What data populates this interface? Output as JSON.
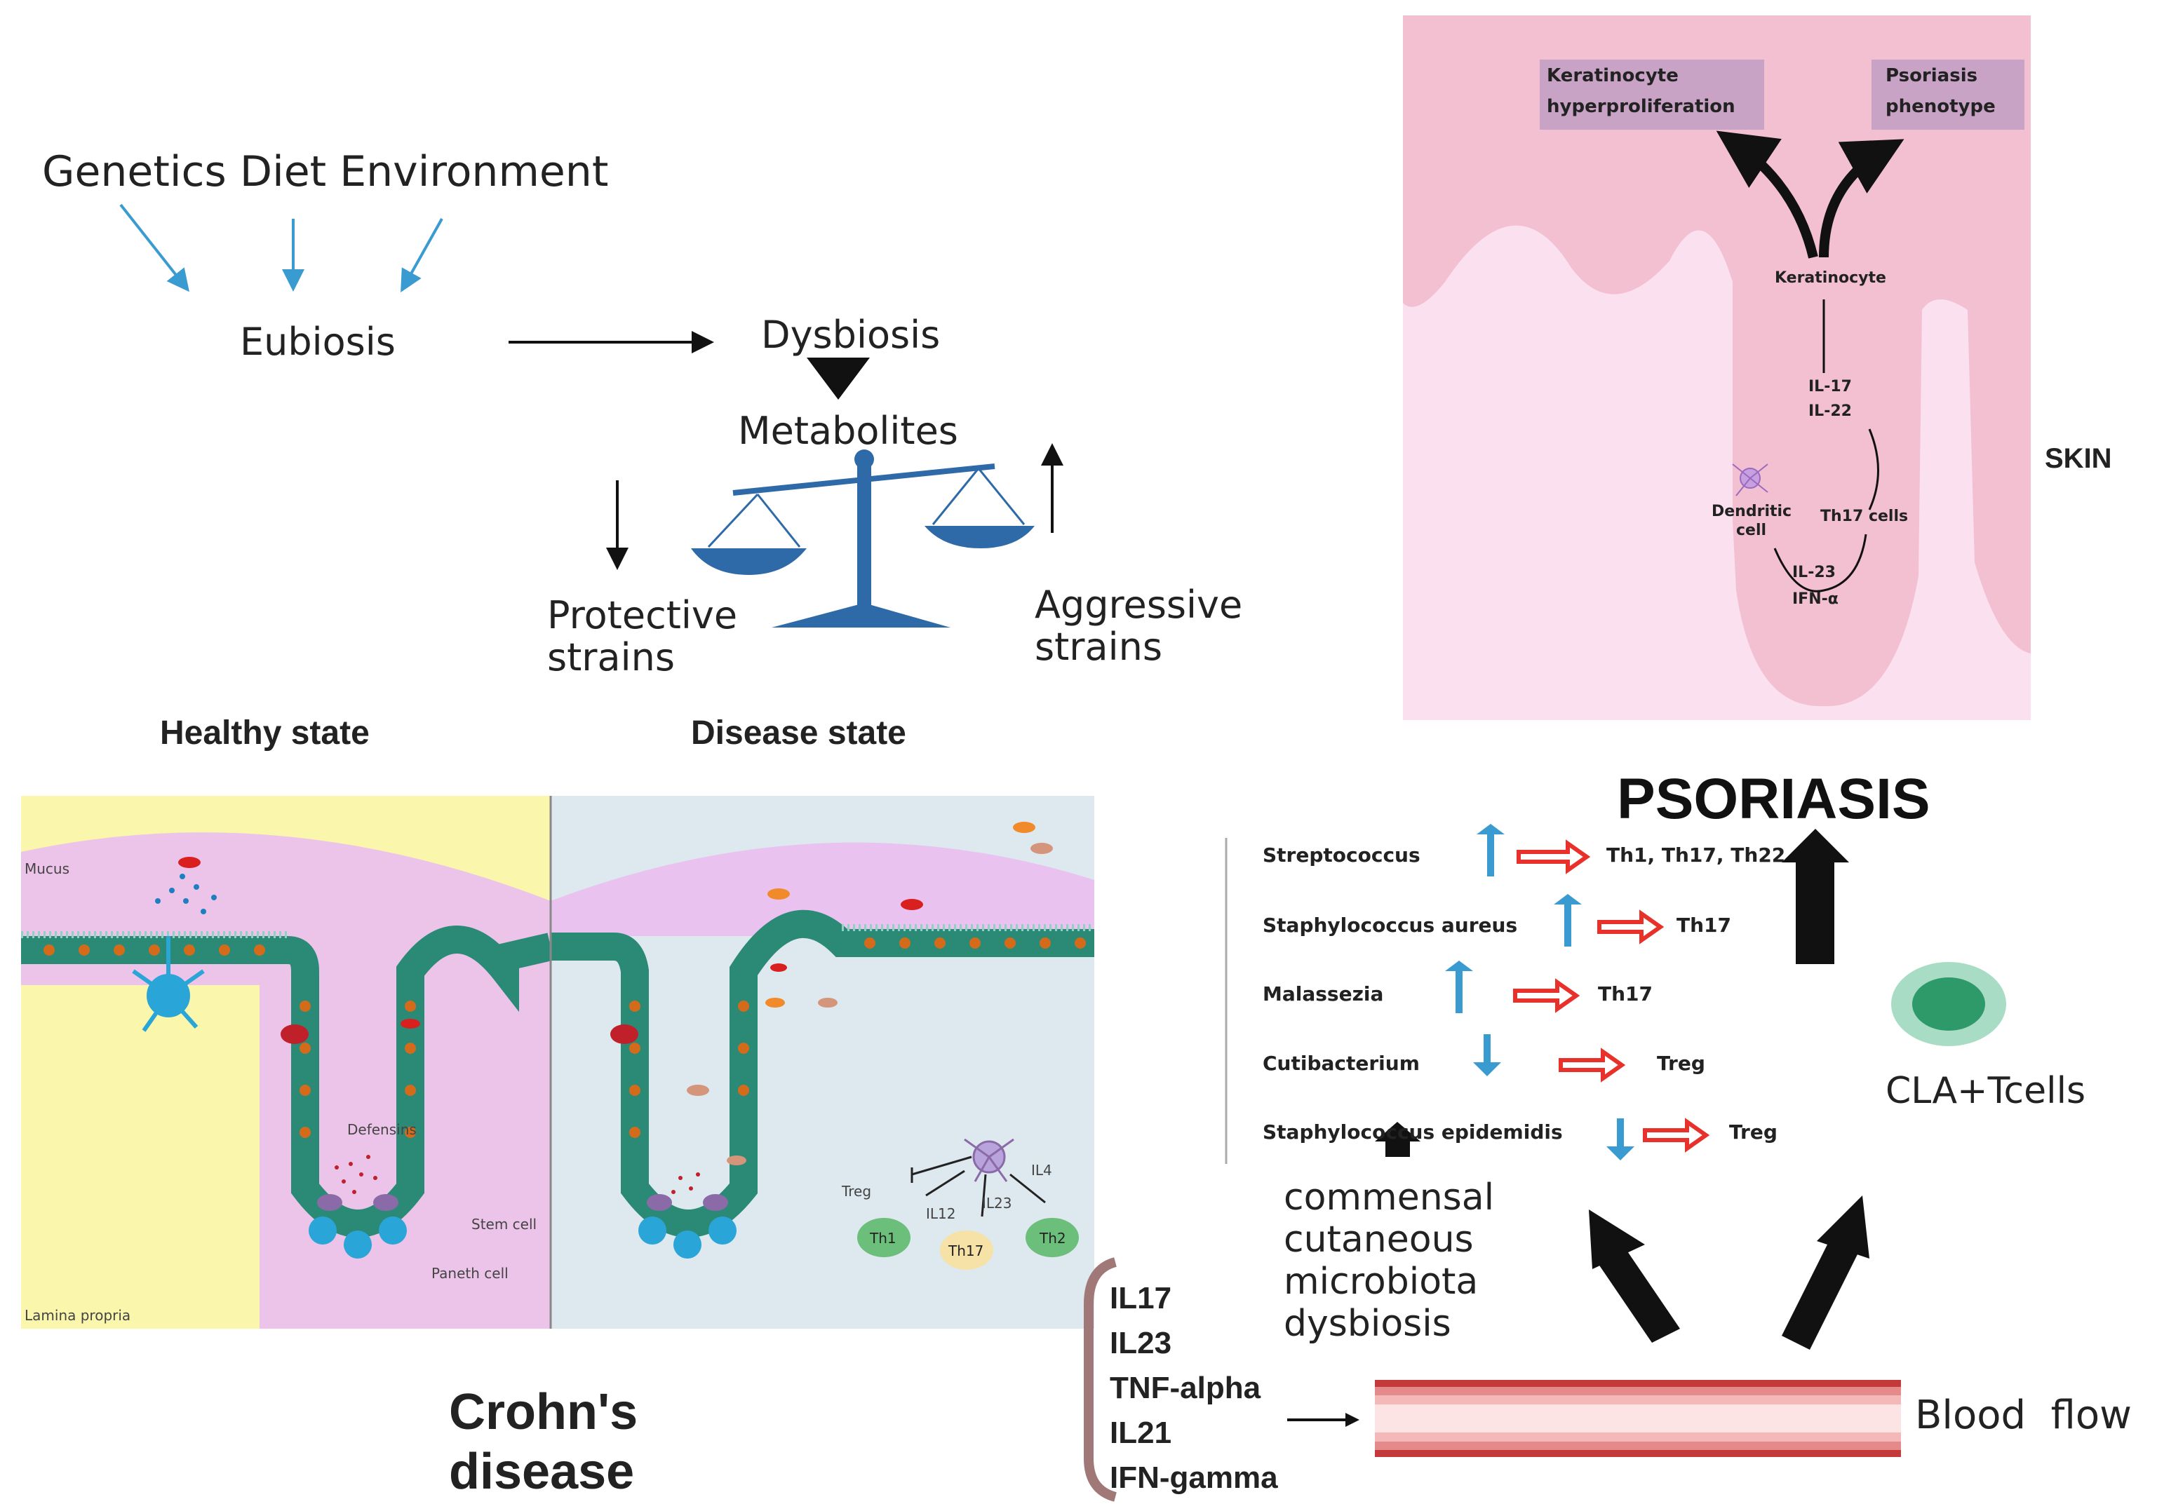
{
  "pathway": {
    "factors": "Genetics Diet Environment",
    "eubiosis": "Eubiosis",
    "dysbiosis": "Dysbiosis",
    "metabolites": "Metabolites",
    "protective_strains": [
      "Protective",
      "strains"
    ],
    "aggressive_strains": [
      "Aggressive",
      "strains"
    ]
  },
  "crohn": {
    "healthy_label": "Healthy state",
    "disease_label": "Disease state",
    "mucus": "Mucus",
    "defensins": "Defensins",
    "stem_cell": "Stem cell",
    "paneth_cell": "Paneth cell",
    "lamina_propria": "Lamina propria",
    "treg": "Treg",
    "il4": "IL4",
    "il12": "IL12",
    "il23": "IL23",
    "th1": "Th1",
    "th17": "Th17",
    "th2": "Th2",
    "title": [
      "Crohn's",
      "disease"
    ]
  },
  "skin": {
    "label": "SKIN",
    "outcome_left": [
      "Keratinocyte",
      "hyperproliferation"
    ],
    "outcome_right": [
      "Psoriasis",
      "phenotype"
    ],
    "keratinocyte": "Keratinocyte",
    "il17_il22": [
      "IL-17",
      "IL-22"
    ],
    "dendritic_cell": [
      "Dendritic",
      "cell"
    ],
    "th17_cells": "Th17 cells",
    "il23_ifn": [
      "IL-23",
      "IFN-α"
    ]
  },
  "psoriasis": {
    "title": "PSORIASIS",
    "microbes": [
      {
        "name": "Streptococcus",
        "direction": "up",
        "effect": "Th1, Th17, Th22"
      },
      {
        "name": "Staphylococcus aureus",
        "direction": "up",
        "effect": "Th17"
      },
      {
        "name": "Malassezia",
        "direction": "up",
        "effect": "Th17"
      },
      {
        "name": "Cutibacterium",
        "direction": "down",
        "effect": "Treg"
      },
      {
        "name": "Staphylococcus epidemidis",
        "direction": "down",
        "effect": "Treg"
      }
    ],
    "commensal": [
      "commensal",
      "cutaneous",
      "microbiota",
      "dysbiosis"
    ],
    "cla_tcells": "CLA+Tcells",
    "cytokines": [
      "IL17",
      "IL23",
      "TNF-alpha",
      "IL21",
      "IFN-gamma"
    ],
    "blood_flow": "Blood  flow"
  },
  "colors": {
    "arrow_blue": "#3a9bd1",
    "balance_blue": "#2f6aa8",
    "skin_pink": "#f6c9d8",
    "red_arrow": "#e8312a",
    "tcell_green": "#2e9a6a"
  }
}
